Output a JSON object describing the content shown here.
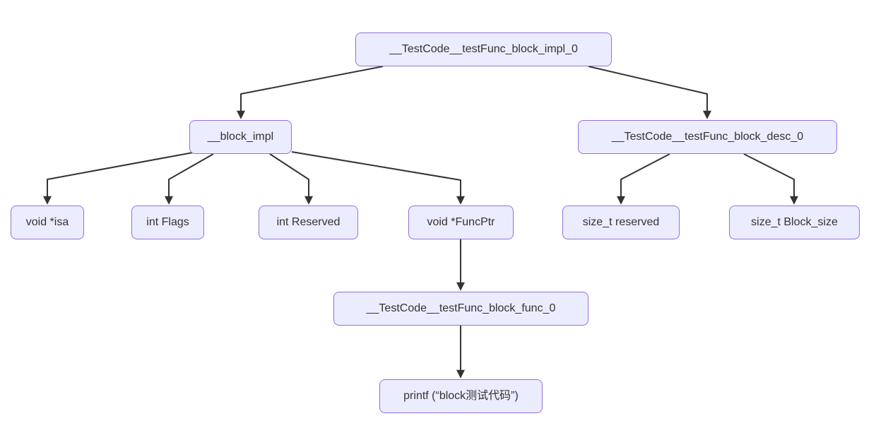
{
  "diagram": {
    "type": "flowchart",
    "direction": "top-down",
    "title": "Objective-C block implementation struct diagram",
    "colors": {
      "background": "#ffffff",
      "node_fill": "#ECECFF",
      "node_border": "#9370DB",
      "edge": "#333333",
      "text": "#333333"
    },
    "nodes": {
      "impl0": {
        "label": "__TestCode__testFunc_block_impl_0"
      },
      "block_impl": {
        "label": "__block_impl"
      },
      "desc0": {
        "label": "__TestCode__testFunc_block_desc_0"
      },
      "isa": {
        "label": "void *isa"
      },
      "flags": {
        "label": "int Flags"
      },
      "reserved": {
        "label": "int Reserved"
      },
      "funcptr": {
        "label": "void *FuncPtr"
      },
      "size_reserved": {
        "label": "size_t reserved"
      },
      "size_block": {
        "label": "size_t Block_size"
      },
      "func0": {
        "label": "__TestCode__testFunc_block_func_0"
      },
      "printf_call": {
        "label": "printf (“block测试代码”)"
      }
    },
    "edges": [
      {
        "from": "impl0",
        "to": "block_impl"
      },
      {
        "from": "impl0",
        "to": "desc0"
      },
      {
        "from": "block_impl",
        "to": "isa"
      },
      {
        "from": "block_impl",
        "to": "flags"
      },
      {
        "from": "block_impl",
        "to": "reserved"
      },
      {
        "from": "block_impl",
        "to": "funcptr"
      },
      {
        "from": "desc0",
        "to": "size_reserved"
      },
      {
        "from": "desc0",
        "to": "size_block"
      },
      {
        "from": "funcptr",
        "to": "func0"
      },
      {
        "from": "func0",
        "to": "printf_call"
      }
    ]
  }
}
